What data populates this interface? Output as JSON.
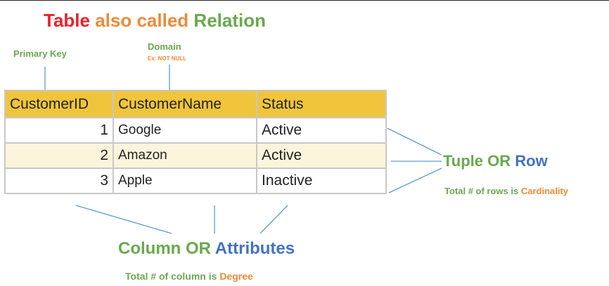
{
  "title": {
    "part1": "Table",
    "part2": "also called",
    "part3": "Relation"
  },
  "primary_key_label": "Primary Key",
  "domain": {
    "label": "Domain",
    "example": "Ex: NOT NULL"
  },
  "table": {
    "headers": [
      "CustomerID",
      "CustomerName",
      "Status"
    ],
    "rows": [
      [
        "1",
        "Google",
        "Active"
      ],
      [
        "2",
        "Amazon",
        "Active"
      ],
      [
        "3",
        "Apple",
        "Inactive"
      ]
    ]
  },
  "tuple": {
    "part1": "Tuple OR",
    "part2": "Row"
  },
  "cardinality": {
    "prefix": "Total # of rows is",
    "term": "Cardinality"
  },
  "column": {
    "part1": "Column OR",
    "part2": "Attributes"
  },
  "degree": {
    "prefix": "Total # of column is",
    "term": "Degree"
  },
  "colors": {
    "red": "#e8232b",
    "orange": "#ef8a38",
    "green": "#6aa84f",
    "blue": "#4472c4",
    "header_fill": "#f0c53c",
    "stripe_fill": "#fdf4dc",
    "connector": "#5b9bd5"
  }
}
